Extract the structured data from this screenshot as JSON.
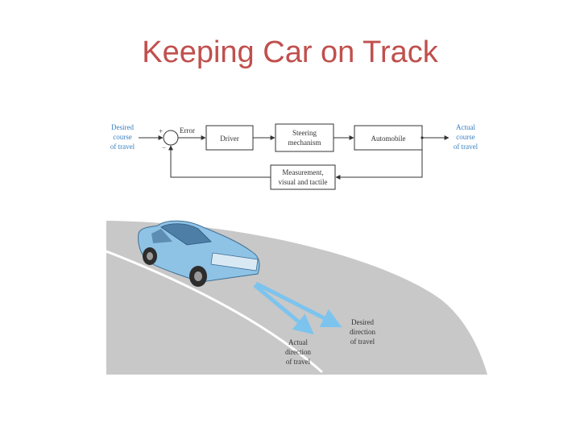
{
  "slide": {
    "title": "Keeping Car on Track"
  },
  "block_diagram": {
    "input_label": [
      "Desired",
      "course",
      "of travel"
    ],
    "plus_sign": "+",
    "minus_sign": "−",
    "error_label": "Error",
    "blocks": {
      "driver": [
        "Driver"
      ],
      "steering": [
        "Steering",
        "mechanism"
      ],
      "automobile": [
        "Automobile"
      ],
      "measurement": [
        "Measurement,",
        "visual and tactile"
      ]
    },
    "output_label": [
      "Actual",
      "course",
      "of travel"
    ]
  },
  "road_figure": {
    "actual_direction": [
      "Actual",
      "direction",
      "of travel"
    ],
    "desired_direction": [
      "Desired",
      "direction",
      "of travel"
    ]
  },
  "colors": {
    "title": "#c0504d",
    "io_labels": "#3a7fbf",
    "road": "#c8c8c8",
    "car_body": "#8fc3e6",
    "arrow": "#7cc4ee"
  }
}
